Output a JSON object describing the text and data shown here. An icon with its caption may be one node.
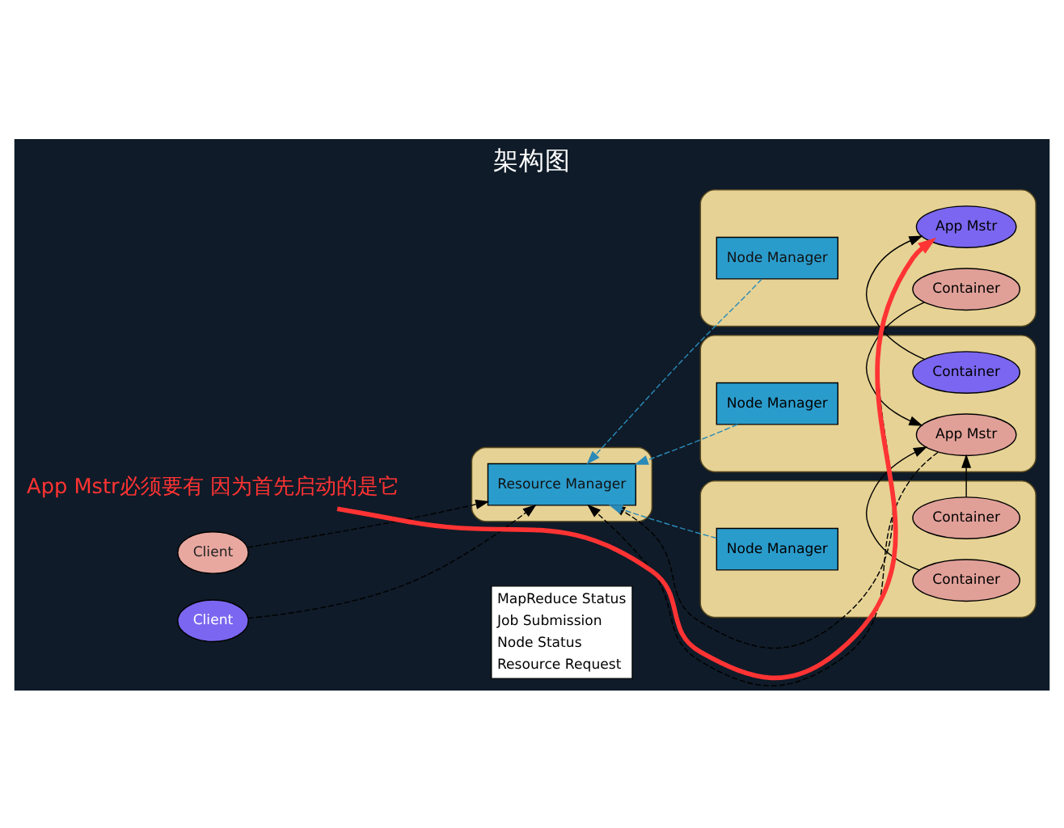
{
  "diagram": {
    "title": "架构图",
    "nodes": [
      {
        "text": [
          "Client"
        ]
      },
      {
        "text": [
          "Client"
        ]
      },
      {
        "text": [],
        "shape": "box"
      },
      {
        "text": [
          "Resource Manager"
        ],
        "in": 2
      },
      {
        "text": [],
        "shape": "box"
      },
      {
        "text": [
          "Node Manager"
        ],
        "in": 4
      },
      {
        "text": [
          "Container"
        ],
        "in": 4
      },
      {
        "text": [
          "App Mstr"
        ],
        "in": 4
      },
      {
        "text": [],
        "shape": "box"
      },
      {
        "text": [
          "Node Manager"
        ],
        "in": 8
      },
      {
        "text": [
          "App Mstr"
        ],
        "in": 8
      },
      {
        "text": [
          "Container"
        ],
        "in": 8
      },
      {
        "text": [],
        "shape": "box"
      },
      {
        "text": [
          "Node Manager"
        ],
        "in": 12
      },
      {
        "text": [
          "Container"
        ],
        "in": 12
      },
      {
        "text": [
          "Container"
        ],
        "in": 12
      },
      {
        "text": [
          "App Mstr必须要有 因为首先启动的是它"
        ]
      }
    ],
    "edges": [
      {
        "from": 0,
        "to": 3,
        "arrow": "to",
        "style": "dashed"
      },
      {
        "from": 1,
        "to": 3,
        "arrow": "to",
        "style": "dashed"
      },
      {
        "from": 5,
        "to": 3,
        "arrow": "to",
        "style": "dashed",
        "color": "#2a8ab8"
      },
      {
        "from": 7,
        "to": 3,
        "arrow": "to",
        "style": "dashed"
      },
      {
        "from": 9,
        "to": 3,
        "arrow": "to",
        "style": "dashed",
        "color": "#2a8ab8"
      },
      {
        "from": 10,
        "to": 3,
        "arrow": "to",
        "style": "dashed"
      },
      {
        "from": 13,
        "to": 3,
        "arrow": "to",
        "style": "dashed",
        "color": "#2a8ab8"
      },
      {
        "from": 6,
        "to": 10,
        "arrow": "to"
      },
      {
        "from": 11,
        "to": 7,
        "arrow": "to"
      },
      {
        "from": 14,
        "to": 10,
        "arrow": "to"
      },
      {
        "from": 15,
        "to": 10,
        "arrow": "to"
      },
      {
        "from": 16,
        "to": 7,
        "arrow": "to",
        "style": "thick",
        "color": "#ff3333"
      }
    ],
    "legend": [
      {
        "text": "MapReduce Status"
      },
      {
        "text": "Job Submission"
      },
      {
        "text": "Node Status"
      },
      {
        "text": "Resource Request"
      }
    ]
  }
}
